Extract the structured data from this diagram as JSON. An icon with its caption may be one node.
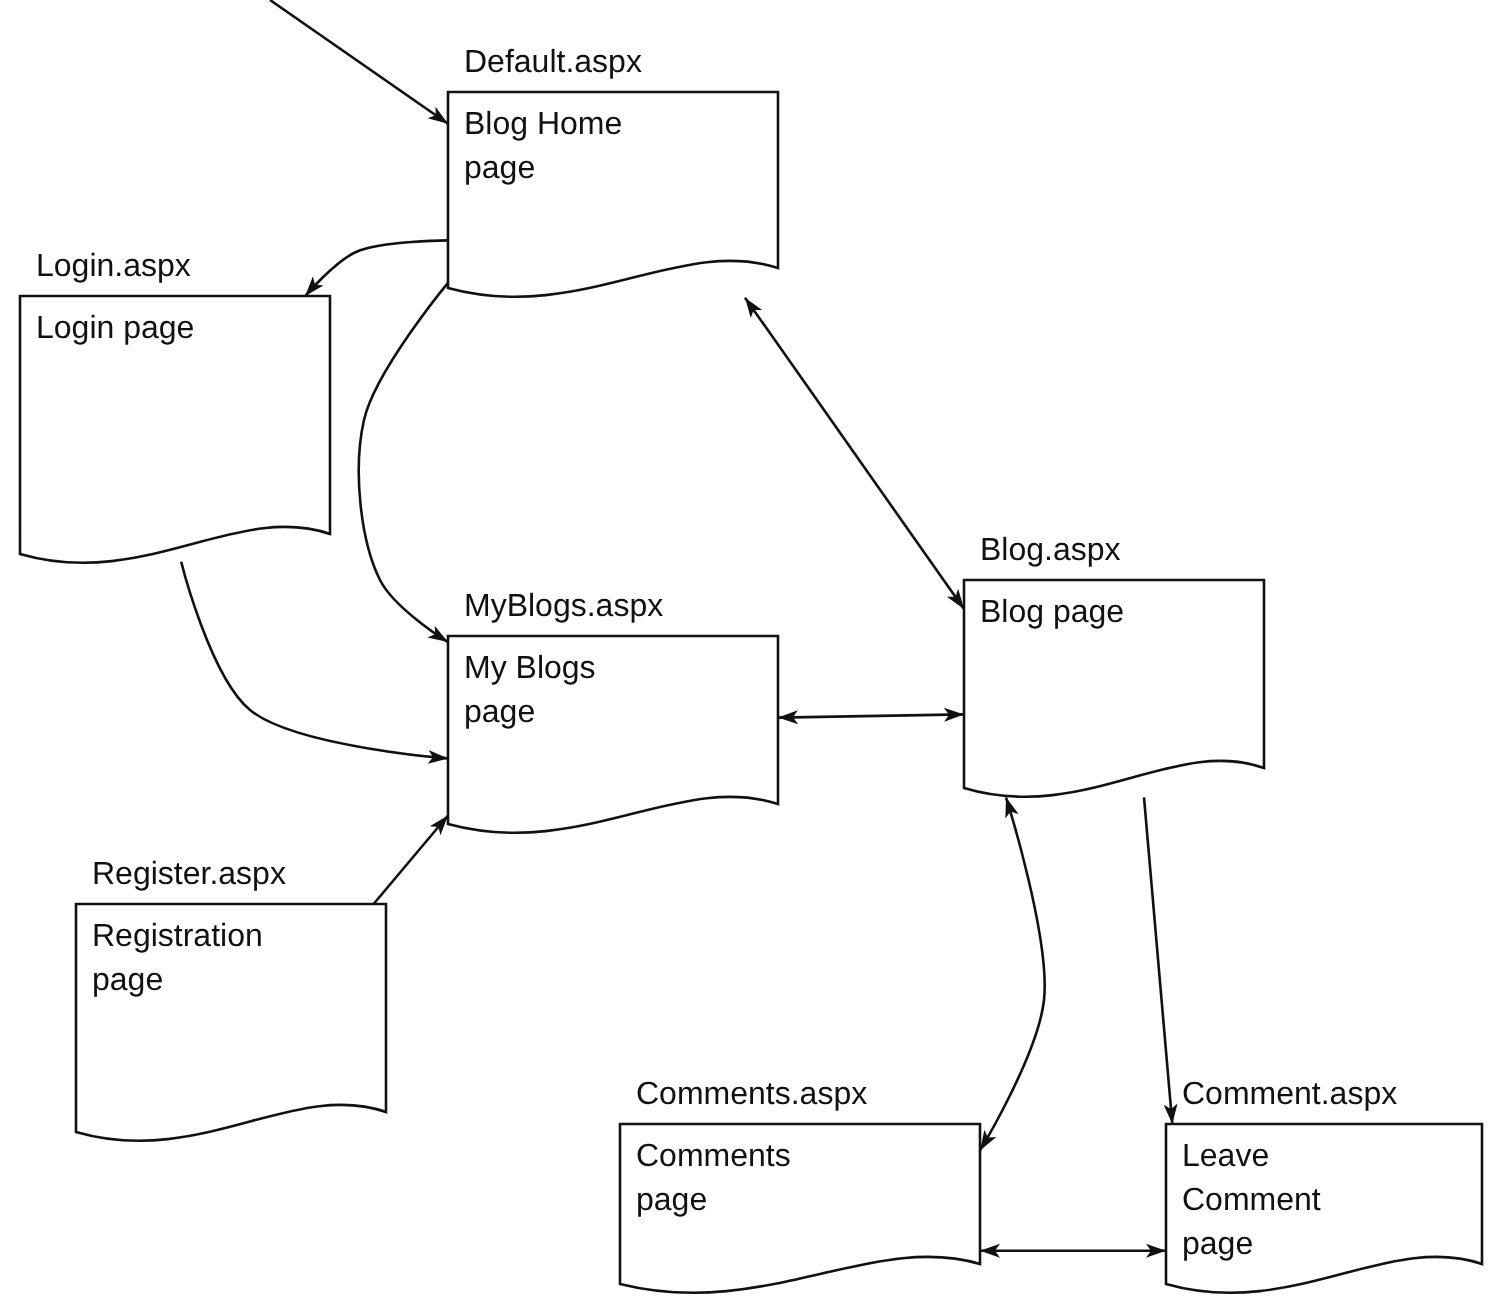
{
  "diagram": {
    "nodes": [
      {
        "text": [
          "Default.aspx",
          "Blog Home page"
        ]
      },
      {
        "text": [
          "Login.aspx",
          "Login page"
        ]
      },
      {
        "text": [
          "MyBlogs.aspx",
          "My Blogs page"
        ]
      },
      {
        "text": [
          "Blog.aspx",
          "Blog page"
        ]
      },
      {
        "text": [
          "Register.aspx",
          "Registration page"
        ]
      },
      {
        "text": [
          "Comments.aspx",
          "Comments page"
        ]
      },
      {
        "text": [
          "Comment.aspx",
          "Leave Comment page"
        ]
      }
    ],
    "edges": [
      {
        "from": null,
        "to": 0,
        "arrow": "to"
      },
      {
        "from": 0,
        "to": 1,
        "arrow": "to"
      },
      {
        "from": 0,
        "to": 2,
        "arrow": "to"
      },
      {
        "from": 0,
        "to": 3,
        "arrow": "both"
      },
      {
        "from": 1,
        "to": 2,
        "arrow": "to"
      },
      {
        "from": 4,
        "to": 2,
        "arrow": "to"
      },
      {
        "from": 2,
        "to": 3,
        "arrow": "both"
      },
      {
        "from": 3,
        "to": 5,
        "arrow": "both"
      },
      {
        "from": 3,
        "to": 6,
        "arrow": "to"
      },
      {
        "from": 5,
        "to": 6,
        "arrow": "both"
      }
    ]
  }
}
